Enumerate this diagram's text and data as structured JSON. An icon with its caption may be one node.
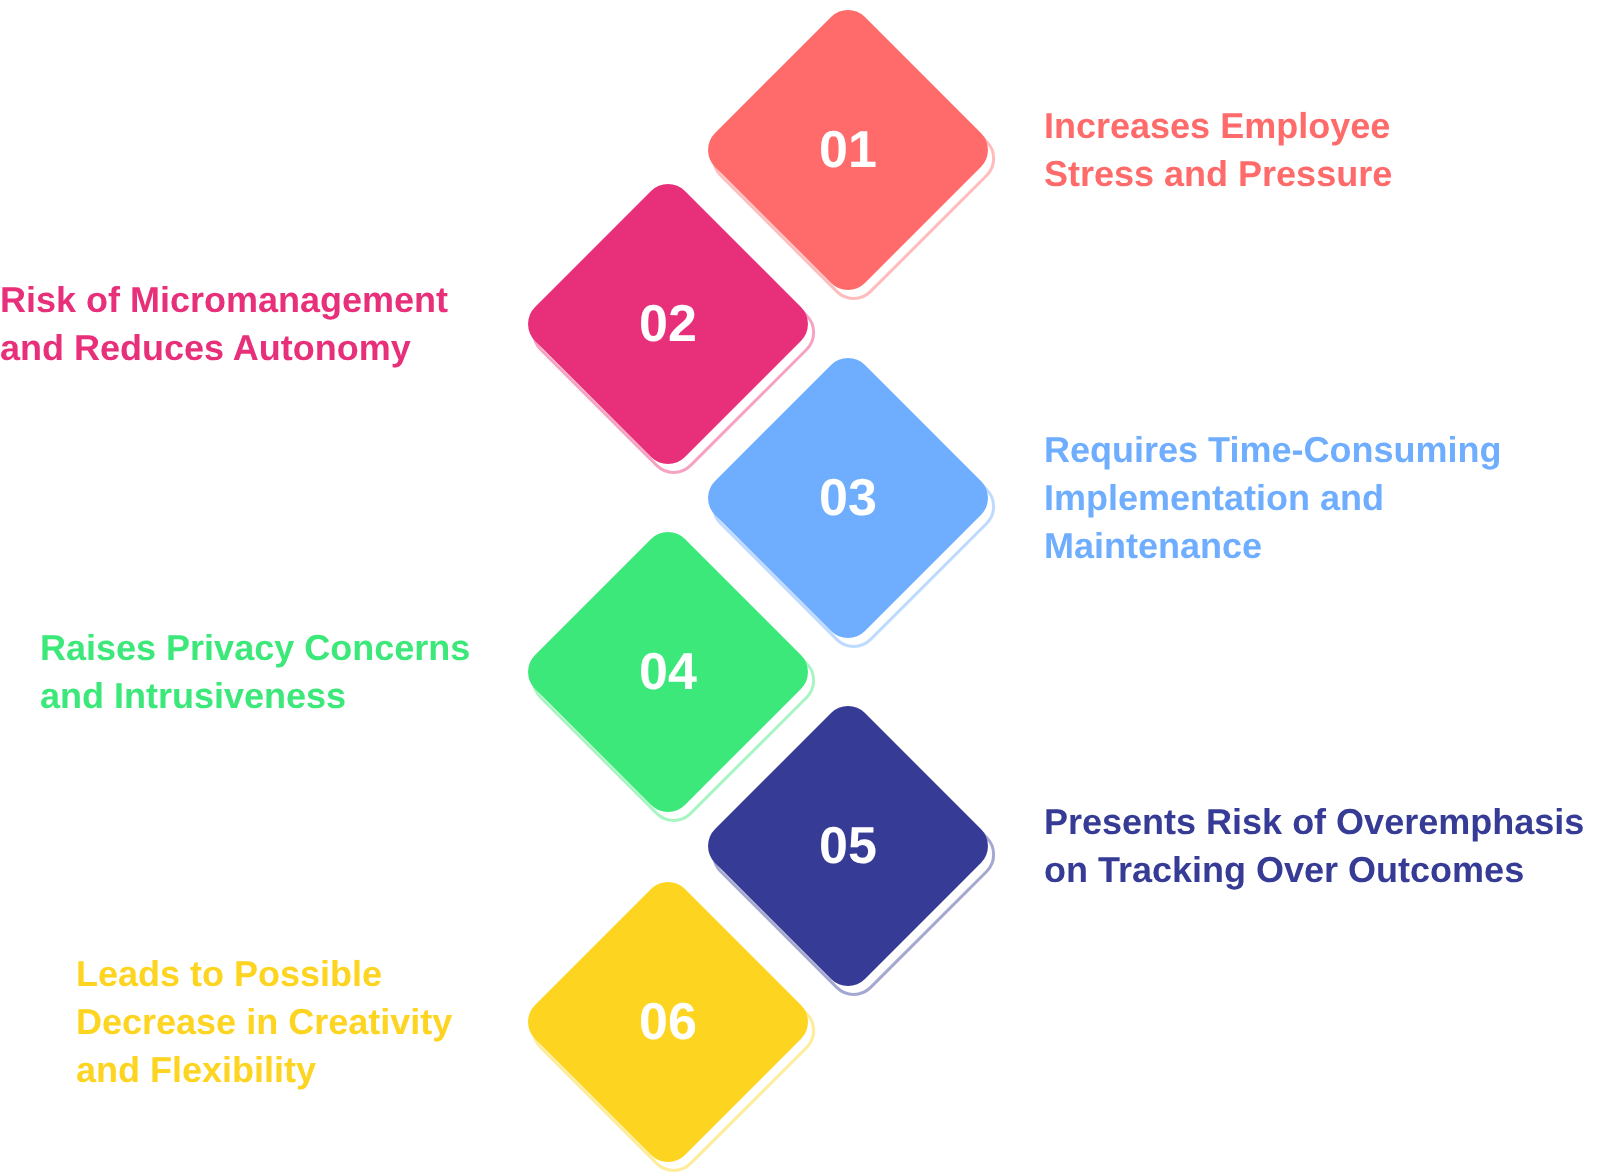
{
  "diagram": {
    "nodes": [
      {
        "text": [
          "01"
        ],
        "beside": [
          "Increases Employee Stress and Pressure"
        ]
      },
      {
        "text": [
          "02"
        ],
        "beside": [
          "Risk of Micromanagement and Reduces Autonomy"
        ]
      },
      {
        "text": [
          "03"
        ],
        "beside": [
          "Requires Time-Consuming Implementation and Maintenance"
        ]
      },
      {
        "text": [
          "04"
        ],
        "beside": [
          "Raises Privacy Concerns and Intrusiveness"
        ]
      },
      {
        "text": [
          "05"
        ],
        "beside": [
          "Presents Risk of Overemphasis on Tracking Over Outcomes"
        ]
      },
      {
        "text": [
          "06"
        ],
        "beside": [
          "Leads to Possible Decrease in Creativity and Flexibility"
        ]
      }
    ]
  }
}
